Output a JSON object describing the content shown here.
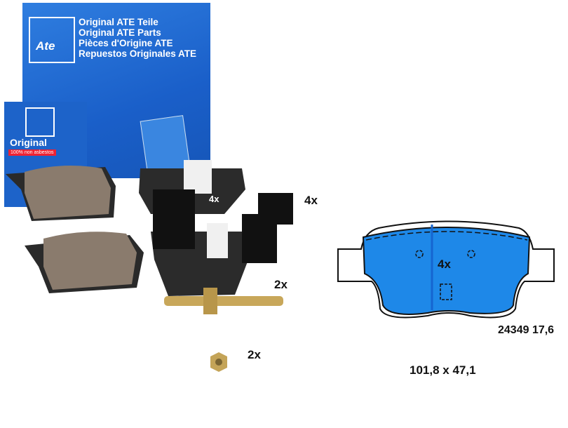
{
  "box": {
    "lines": [
      "Original ATE Teile",
      "Original ATE Parts",
      "Pièces d'Origine ATE",
      "Repuestos Originales ATE"
    ],
    "logo": "Ate",
    "small_box_title": "Original",
    "small_box_badge": "100% non asbestos"
  },
  "labels": {
    "clips_qty": "4x",
    "pad_photo_qty": "4x",
    "bolt_qty": "2x",
    "nut_qty": "2x"
  },
  "diagram": {
    "qty": "4x",
    "part_number_thickness": "24349 17,6",
    "dimensions": "101,8 x 47,1",
    "pad_color": "#1e88e8"
  }
}
